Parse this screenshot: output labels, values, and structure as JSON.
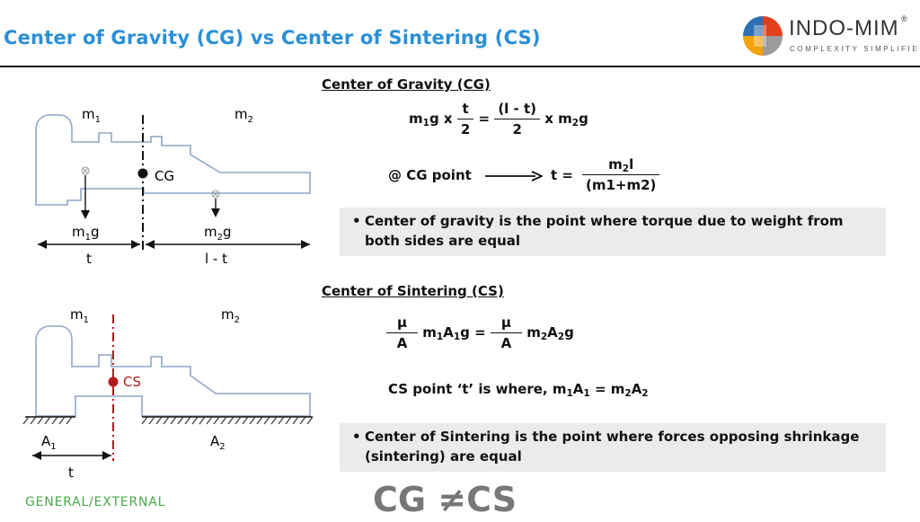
{
  "header": {
    "title": "Center of Gravity (CG) vs Center of Sintering (CS)",
    "logo": {
      "name": "INDO-MIM",
      "registered": "®",
      "tagline": "COMPLEXITY SIMPLIFIED"
    }
  },
  "cg_diagram": {
    "mass_left": "m",
    "mass_left_sub": "1",
    "mass_right": "m",
    "mass_right_sub": "2",
    "point_label": "CG",
    "weight_left": "m",
    "weight_left_sub": "1",
    "weight_left_suffix": "g",
    "weight_right": "m",
    "weight_right_sub": "2",
    "weight_right_suffix": "g",
    "dim_left": "t",
    "dim_right": "l - t"
  },
  "cs_diagram": {
    "mass_left": "m",
    "mass_left_sub": "1",
    "mass_right": "m",
    "mass_right_sub": "2",
    "point_label": "CS",
    "area_left": "A",
    "area_left_sub": "1",
    "area_right": "A",
    "area_right_sub": "2",
    "dim_left": "t"
  },
  "cg_section": {
    "heading": "Center of Gravity (CG)",
    "eq1_lhs_a": "m",
    "eq1_lhs_a_sub": "1",
    "eq1_lhs_b": "g x",
    "eq1_frac1_num": "t",
    "eq1_frac1_den": "2",
    "eq1_equals": "=",
    "eq1_frac2_num": "(l - t)",
    "eq1_frac2_den": "2",
    "eq1_rhs_a": "x m",
    "eq1_rhs_sub": "2",
    "eq1_rhs_b": "g",
    "eq2_lhs": "@ CG point",
    "eq2_mid": "t =",
    "eq2_num_a": "m",
    "eq2_num_sub": "2",
    "eq2_num_b": "l",
    "eq2_den": "(m1+m2)",
    "note": "Center of gravity is the point where torque due to weight from both sides are equal"
  },
  "cs_section": {
    "heading": "Center of Sintering (CS)",
    "eq1_frac_num": "μ",
    "eq1_frac_den": "A",
    "eq1_mid_a": "m",
    "eq1_mid_sub1": "1",
    "eq1_mid_b": "A",
    "eq1_mid_sub2": "1",
    "eq1_mid_c": "g =",
    "eq1_frac2_num": "μ",
    "eq1_frac2_den": "A",
    "eq1_rhs_a": "m",
    "eq1_rhs_sub1": "2",
    "eq1_rhs_b": "A",
    "eq1_rhs_sub2": "2",
    "eq1_rhs_c": "g",
    "eq2_text": "CS point ‘t’ is where, m",
    "eq2_sub1": "1",
    "eq2_b": "A",
    "eq2_sub2": "1",
    "eq2_c": " = m",
    "eq2_sub3": "2",
    "eq2_d": "A",
    "eq2_sub4": "2",
    "note": "Center of Sintering is the point where forces opposing shrinkage (sintering) are equal"
  },
  "footer": {
    "classification": "GENERAL/EXTERNAL",
    "conclusion": "CG ≠CS"
  },
  "colors": {
    "title": "#2a8fd6",
    "part_outline": "#8fa6c8",
    "cs_accent": "#b31b1b",
    "note_background": "#ebebeb",
    "classification": "#4aa84a",
    "conclusion": "#777777"
  }
}
